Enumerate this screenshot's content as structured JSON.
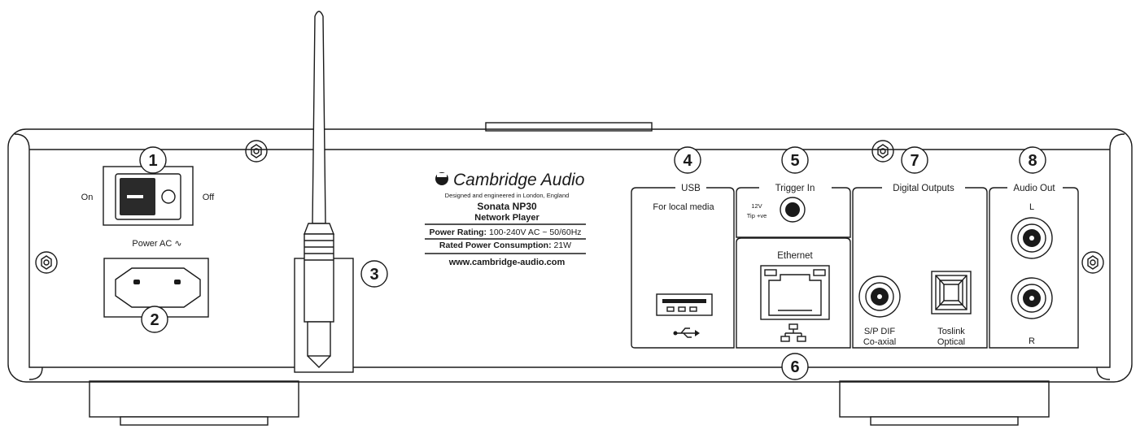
{
  "brand": {
    "name": "Cambridge Audio",
    "tagline": "Designed and engineered in London, England",
    "model": "Sonata NP30",
    "model_type": "Network Player",
    "power_rating_label": "Power Rating:",
    "power_rating_value": "100-240V AC ~ 50/60Hz",
    "consumption_label": "Rated Power Consumption:",
    "consumption_value": "21W",
    "website": "www.cambridge-audio.com"
  },
  "power": {
    "on_label": "On",
    "off_label": "Off",
    "inlet_label": "Power AC ∿"
  },
  "sections": {
    "usb": "USB",
    "usb_sub": "For local media",
    "trigger": "Trigger In",
    "trigger_volt": "12V",
    "trigger_tip": "Tip +ve",
    "ethernet": "Ethernet",
    "digital": "Digital Outputs",
    "spdif_1": "S/P DIF",
    "spdif_2": "Co-axial",
    "toslink_1": "Toslink",
    "toslink_2": "Optical",
    "audio": "Audio Out",
    "left": "L",
    "right": "R"
  },
  "callouts": [
    "1",
    "2",
    "3",
    "4",
    "5",
    "6",
    "7",
    "8"
  ],
  "icons": {
    "usb": "usb-symbol-icon",
    "network": "network-symbol-icon",
    "screw": "screw-icon"
  }
}
